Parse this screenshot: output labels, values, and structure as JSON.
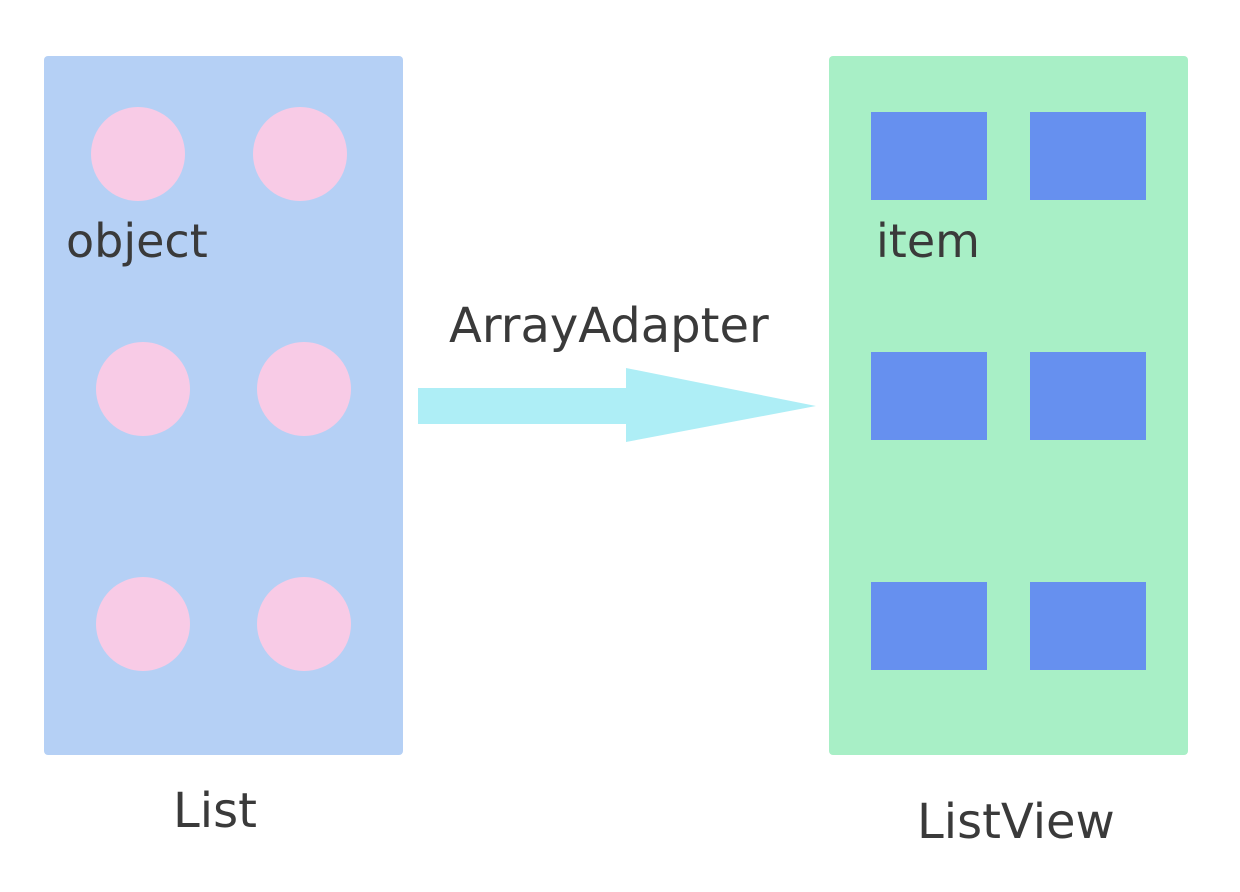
{
  "diagram": {
    "list_panel": {
      "caption": "List",
      "element_label": "object",
      "color": "#b5d0f5",
      "element_color": "#f8cbe6",
      "element_count": 6
    },
    "listview_panel": {
      "caption": "ListView",
      "element_label": "item",
      "color": "#a8efc6",
      "element_color": "#6690ef",
      "element_count": 6
    },
    "connector": {
      "label": "ArrayAdapter",
      "color": "#aeeef6"
    },
    "text_color": "#3a3a3a"
  }
}
